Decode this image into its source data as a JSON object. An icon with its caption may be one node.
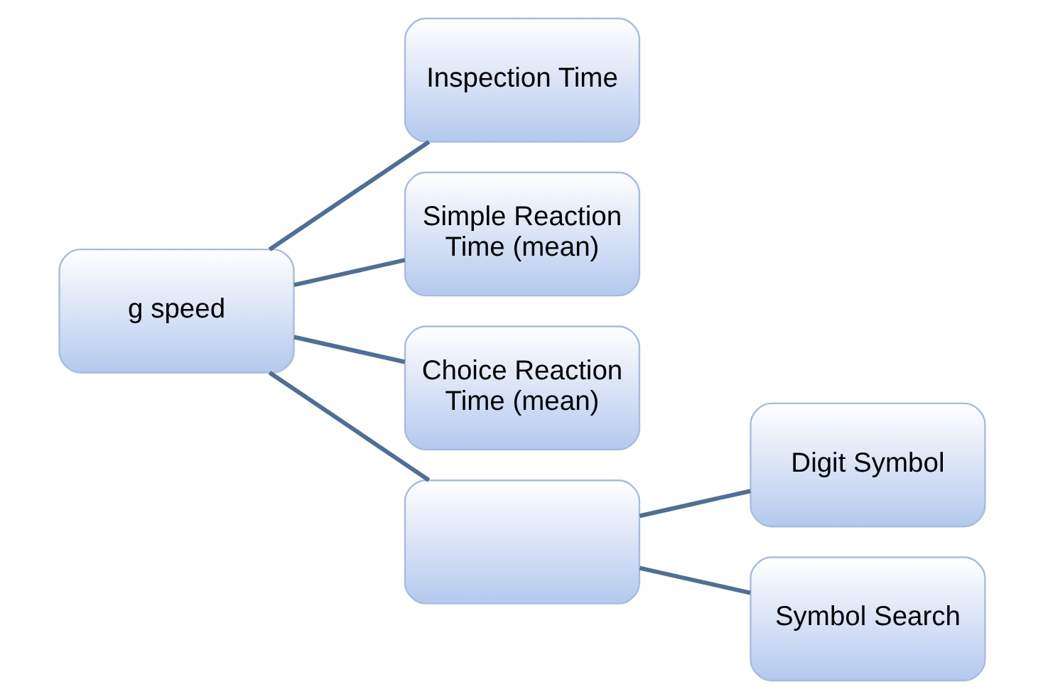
{
  "diagram": {
    "nodes": [
      {
        "text": [
          "g speed"
        ]
      },
      {
        "text": [
          "Inspection Time"
        ]
      },
      {
        "text": [
          "Simple Reaction Time (mean)"
        ]
      },
      {
        "text": [
          "Choice Reaction Time (mean)"
        ]
      },
      {
        "text": [],
        "shape": "box"
      },
      {
        "text": [
          "Digit Symbol"
        ]
      },
      {
        "text": [
          "Symbol Search"
        ]
      }
    ],
    "edges": [
      {
        "from": 0,
        "to": 1,
        "arrow": "none"
      },
      {
        "from": 0,
        "to": 2,
        "arrow": "none"
      },
      {
        "from": 0,
        "to": 3,
        "arrow": "none"
      },
      {
        "from": 0,
        "to": 4,
        "arrow": "none"
      },
      {
        "from": 4,
        "to": 5,
        "arrow": "none"
      },
      {
        "from": 4,
        "to": 6,
        "arrow": "none"
      }
    ]
  }
}
